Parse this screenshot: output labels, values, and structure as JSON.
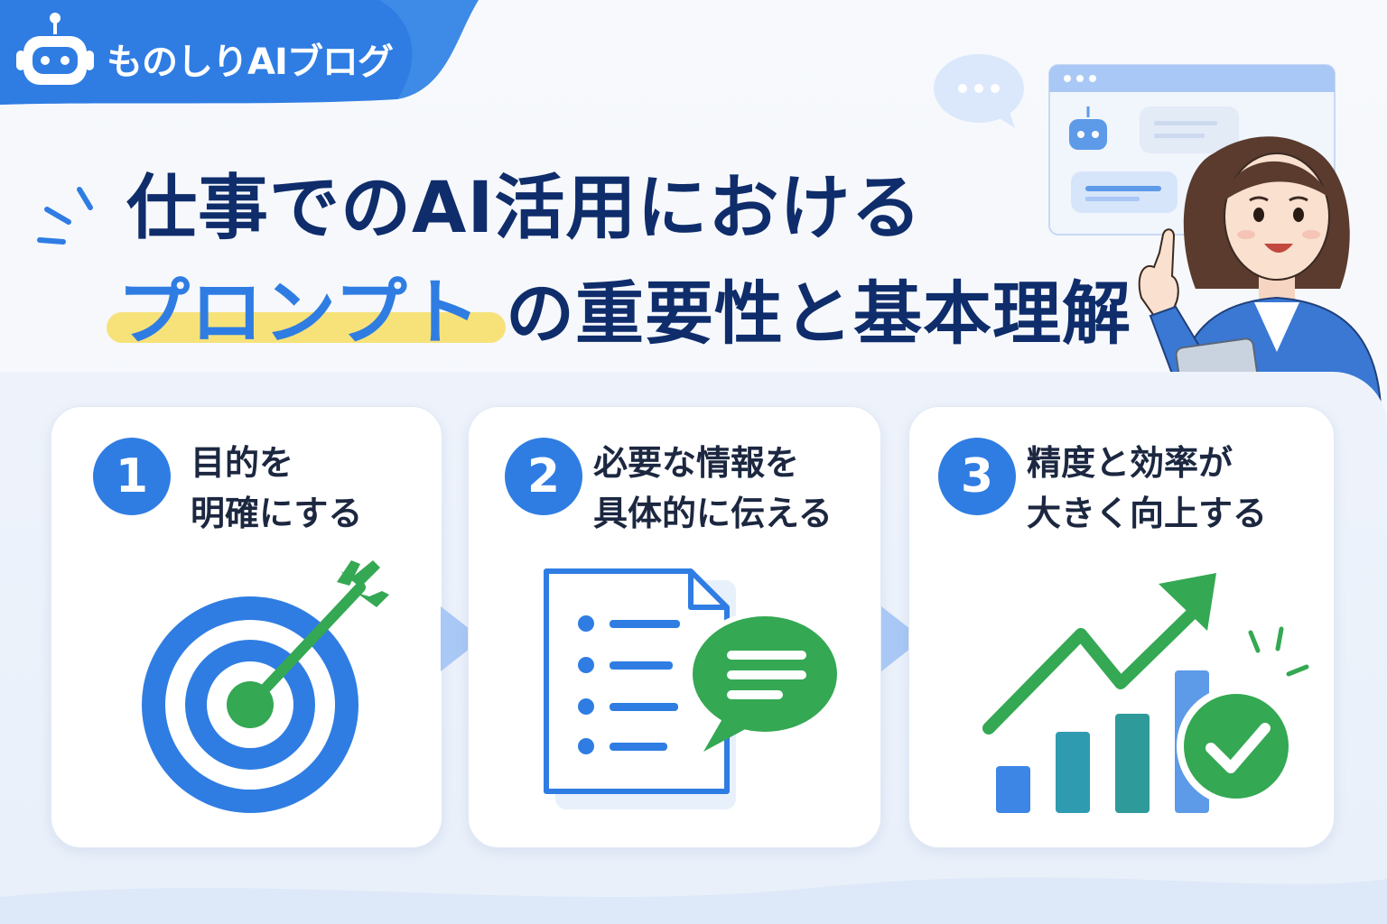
{
  "header": {
    "brand": "ものしりAIブログ"
  },
  "title": {
    "line1": "仕事でのAI活用における",
    "highlight": "プロンプト",
    "line2_rest": "の重要性と基本理解"
  },
  "steps": [
    {
      "number": "1",
      "line1": "目的を",
      "line2": "明確にする",
      "icon": "target-icon"
    },
    {
      "number": "2",
      "line1": "必要な情報を",
      "line2": "具体的に伝える",
      "icon": "document-chat-icon"
    },
    {
      "number": "3",
      "line1": "精度と効率が",
      "line2": "大きく向上する",
      "icon": "growth-chart-icon"
    }
  ],
  "colors": {
    "primary": "#2f7de3",
    "navy": "#0f2d6b",
    "green": "#34a853",
    "highlight": "#f7e27a"
  }
}
